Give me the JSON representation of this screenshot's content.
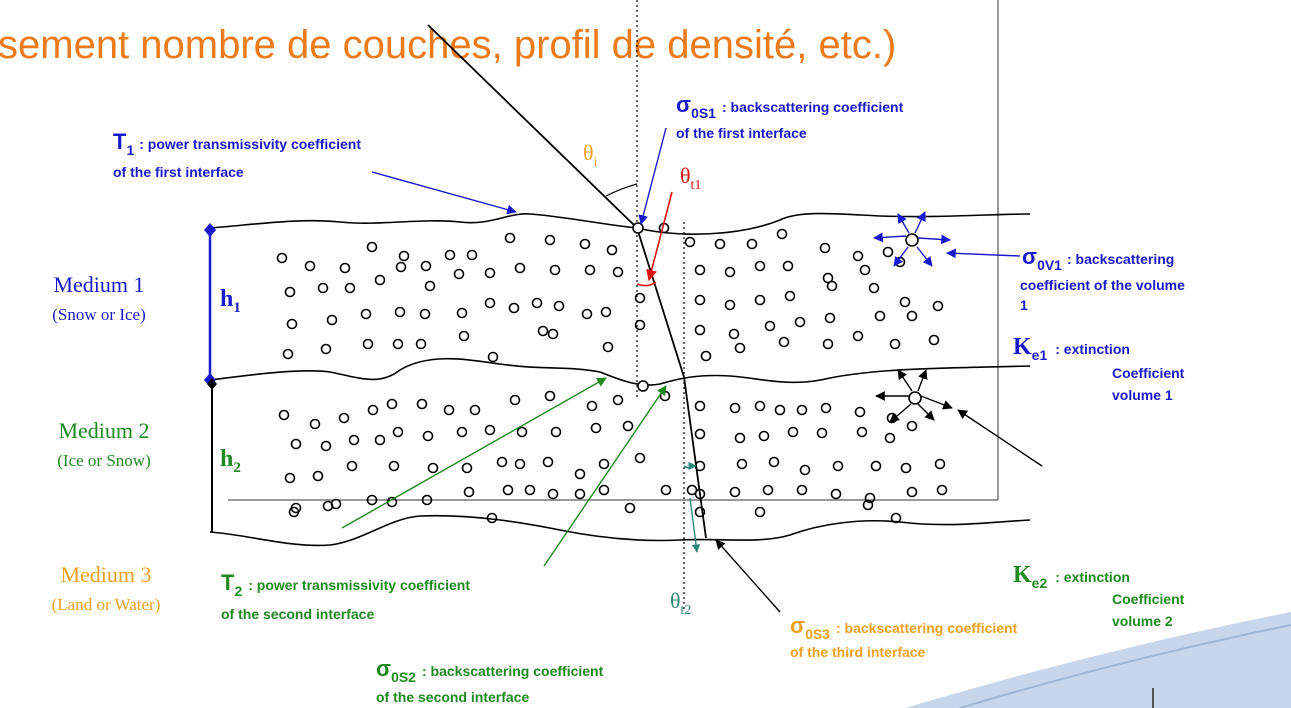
{
  "title": "sement nombre de couches, profil de densité, etc.)",
  "colors": {
    "blue": "#1a1acc",
    "green": "#1f8a1f",
    "orange": "#f0a020",
    "red": "#dd1111",
    "teal": "#2a8a7a",
    "title": "#ee7a1a"
  },
  "media": [
    {
      "name": "Medium 1",
      "material": "(Snow or Ice)",
      "thickness": "h",
      "thickness_sub": "1"
    },
    {
      "name": "Medium 2",
      "material": "(Ice or Snow)",
      "thickness": "h",
      "thickness_sub": "2"
    },
    {
      "name": "Medium 3",
      "material": "(Land or Water)"
    }
  ],
  "angles": [
    {
      "symbol": "θ",
      "sub": "i"
    },
    {
      "symbol": "θ",
      "sub": "t1"
    },
    {
      "symbol": "θ",
      "sub": "t2"
    }
  ],
  "labels": {
    "t1": {
      "symbol": "T",
      "sub": "1",
      "line1": ": power transmissivity coefficient",
      "line2": "of the first interface"
    },
    "s0s1": {
      "symbol": "σ",
      "sub": "0S1",
      "line1": ": backscattering coefficient",
      "line2": "of the first interface"
    },
    "s0v1": {
      "symbol": "σ",
      "sub": "0V1",
      "line1": ": backscattering",
      "line2": "coefficient of the  volume",
      "line3": "1"
    },
    "ke1": {
      "symbol": "K",
      "sub": "e1",
      "line1": ": extinction",
      "line2": "Coefficient",
      "line3": "volume 1"
    },
    "t2": {
      "symbol": "T",
      "sub": "2",
      "line1": ": power transmissivity coefficient",
      "line2": "of the second interface"
    },
    "s0s3": {
      "symbol": "σ",
      "sub": "0S3",
      "line1": ": backscattering coefficient",
      "line2": "of the third interface"
    },
    "ke2": {
      "symbol": "K",
      "sub": "e2",
      "line1": ": extinction",
      "line2": "Coefficient",
      "line3": "volume 2"
    },
    "s0s2": {
      "symbol": "σ",
      "sub": "0S2",
      "line1": ": backscattering coefficient",
      "line2": "of the second interface"
    }
  }
}
